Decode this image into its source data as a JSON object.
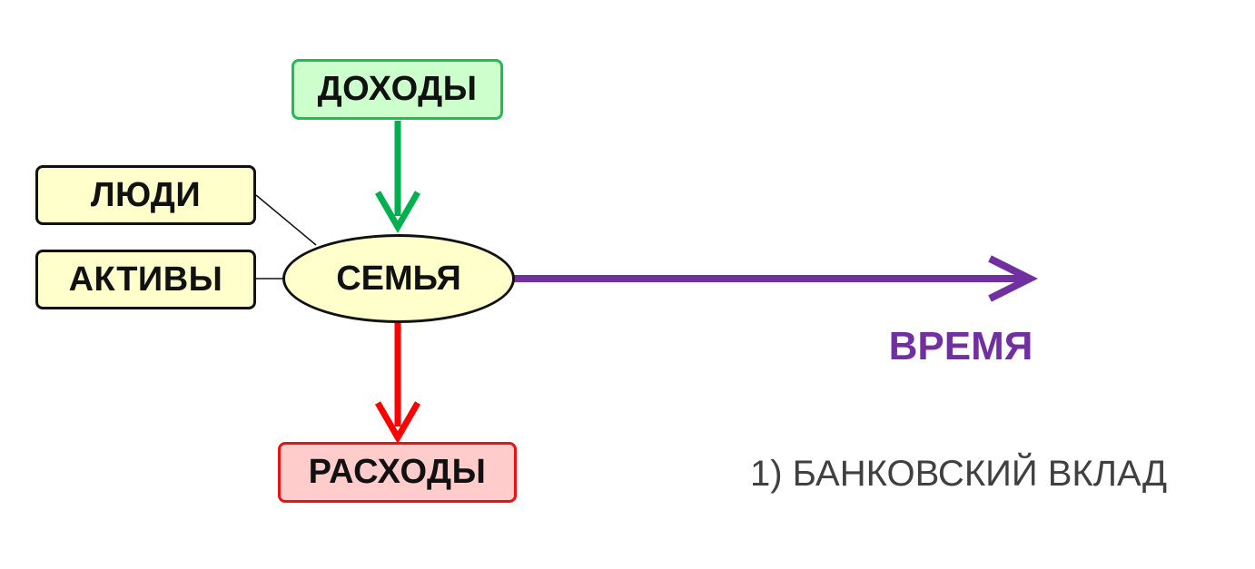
{
  "diagram": {
    "nodes": {
      "income": "ДОХОДЫ",
      "people": "ЛЮДИ",
      "assets": "АКТИВЫ",
      "family": "СЕМЬЯ",
      "expenses": "РАСХОДЫ"
    },
    "time_label": "ВРЕМЯ",
    "caption": "1) БАНКОВСКИЙ ВКЛАД",
    "colors": {
      "income_fill": "#ccffcc",
      "income_border": "#22bb55",
      "income_arrow": "#00b050",
      "node_fill": "#ffffcc",
      "expenses_fill": "#ffcccc",
      "expenses_border": "#ee1111",
      "expenses_arrow": "#ff0000",
      "time_arrow": "#7030a0",
      "caption_text": "#404040"
    }
  }
}
